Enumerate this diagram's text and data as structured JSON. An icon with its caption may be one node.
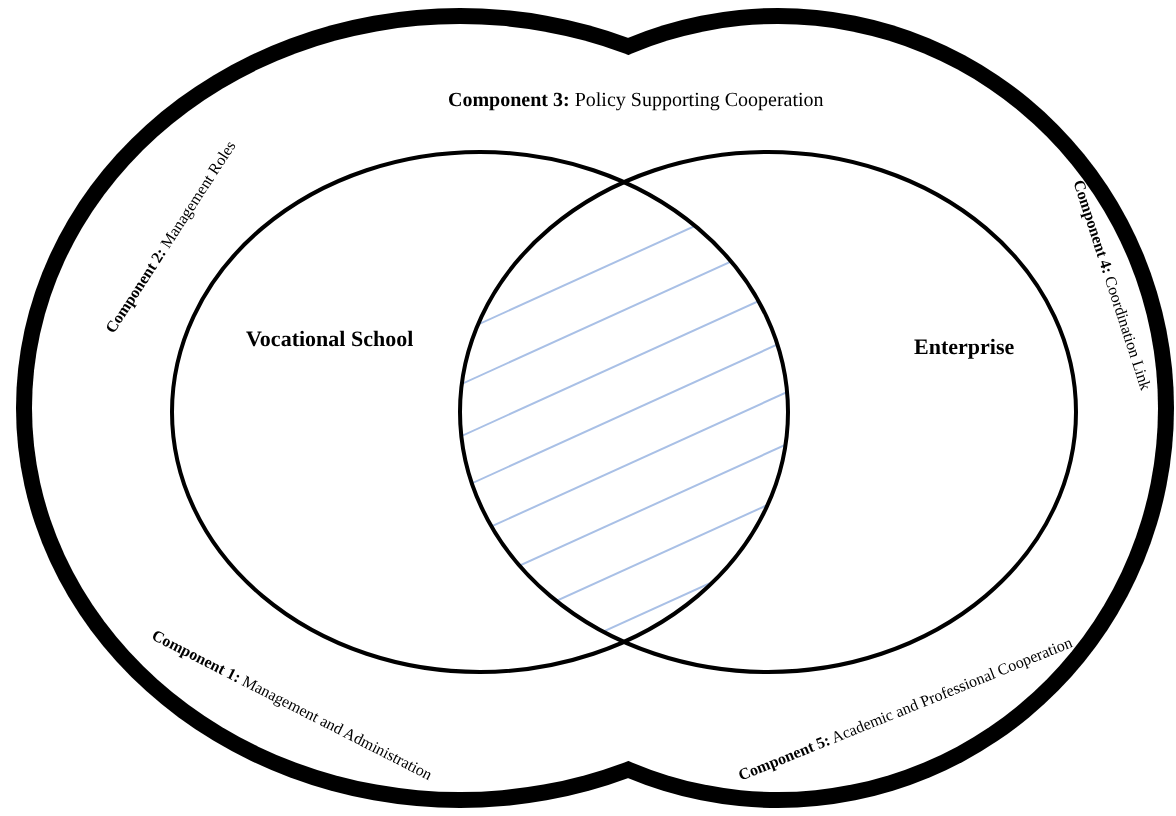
{
  "diagram": {
    "nodes": [
      {
        "text": [
          "Vocational School"
        ]
      },
      {
        "text": [
          "Enterprise"
        ]
      }
    ],
    "labels": [
      "**Component 3:** Policy Supporting Cooperation",
      "**Component 2:** Management Roles",
      "**Component 4:** Coordination Link",
      "**Component 1:** Management and Administration",
      "**Component 5:** Academic and Professional Cooperation"
    ]
  }
}
